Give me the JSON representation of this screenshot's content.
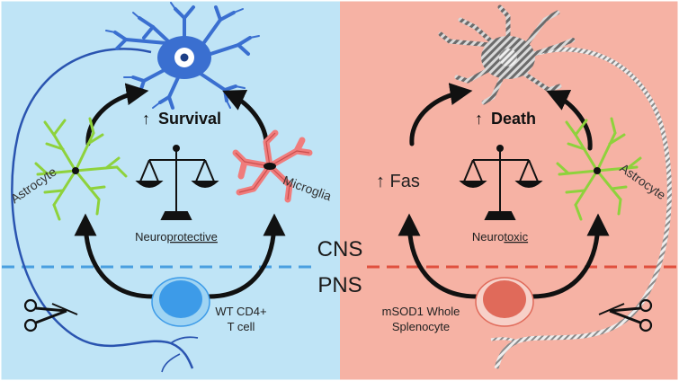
{
  "colors": {
    "left_bg": "#bfe4f6",
    "right_bg": "#f6b2a4",
    "left_dash": "#4a9fe0",
    "right_dash": "#e0503e",
    "neuron_blue": "#3a6fd0",
    "neuron_dark": "#1d3f86",
    "astrocyte_green": "#8ed23c",
    "microglia_pink": "#f07c7c",
    "tcell_blue": "#3d9be8",
    "splenocyte_red": "#e06a5a",
    "arrow": "#111111"
  },
  "left": {
    "heading_arrow": "↑",
    "heading": "Survival",
    "astrocyte_label": "Astrocyte",
    "microglia_label": "Microglia",
    "effect_prefix": "Neuro",
    "effect_underlined": "protective",
    "cell_label_line1": "WT CD4+",
    "cell_label_line2": "T cell"
  },
  "right": {
    "heading_arrow": "↑",
    "heading": "Death",
    "fas_label": "↑ Fas",
    "astrocyte_label": "Astrocyte",
    "effect_prefix": "Neuro",
    "effect_underlined": "toxic",
    "cell_label_line1": "mSOD1 Whole",
    "cell_label_line2": "Splenocyte"
  },
  "divider": {
    "top_label": "CNS",
    "bottom_label": "PNS"
  },
  "icons": {
    "left_scissors": "scissors-icon",
    "right_scissors": "scissors-icon",
    "left_scale": "balance-scale-icon",
    "right_scale": "balance-scale-icon"
  }
}
